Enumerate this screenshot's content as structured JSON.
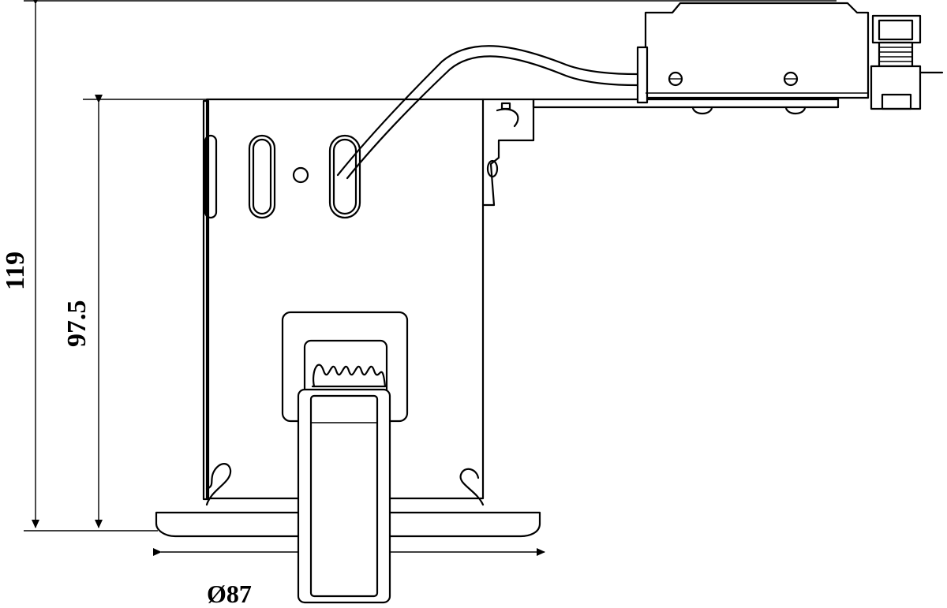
{
  "dimensions": {
    "overall_height": "119",
    "housing_height": "97.5",
    "trim_diameter": "Ø87"
  }
}
